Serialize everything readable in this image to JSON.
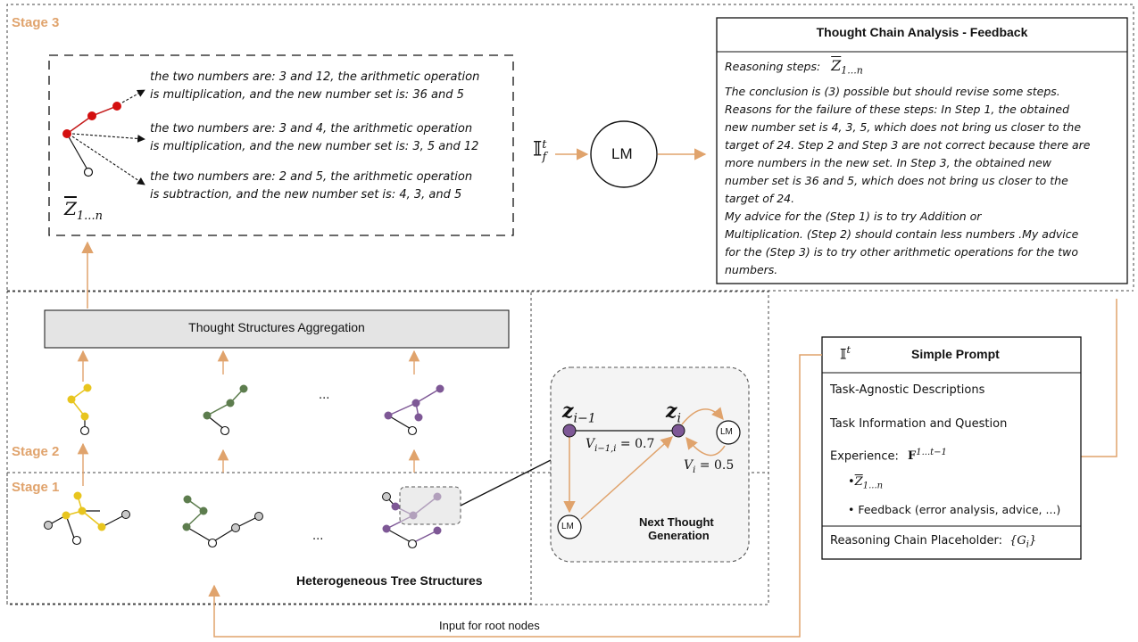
{
  "stages": {
    "stage3": "Stage 3",
    "stage2": "Stage 2",
    "stage1": "Stage 1"
  },
  "stage3_branches": [
    {
      "line1": "the two numbers are: 3 and 12, the arithmetic operation",
      "line2": "is multiplication, and the new number set is: 36 and 5"
    },
    {
      "line1": "the two numbers are: 3 and 4, the arithmetic operation",
      "line2": "is multiplication, and the new number set is: 3, 5 and 12"
    },
    {
      "line1": "the two numbers are: 2 and 5, the arithmetic operation",
      "line2": "is subtraction, and the new number set is: 4, 3, and 5"
    }
  ],
  "z_bar_label": "Z",
  "z_bar_subscript": "1...n",
  "input_symbol": "𝕀",
  "input_sup": "t",
  "input_sub": "f",
  "lm_label": "LM",
  "feedback": {
    "title": "Thought Chain Analysis - Feedback",
    "reasoning_steps_label": "Reasoning steps:",
    "lines": [
      "The conclusion is (3) possible but should revise some steps.",
      "Reasons for the failure of these steps: In Step 1,  the obtained",
      "new number set is 4, 3, 5, which does not bring us closer to the",
      "target of 24. Step 2 and Step 3 are not correct because there are",
      "more numbers in the new set. In Step 3, the obtained new",
      "number set is 36 and 5, which does not bring us closer to the",
      "target of 24.",
      " My advice for the (Step 1)  is to try Addition or",
      "Multiplication. (Step 2) should contain less numbers .My advice",
      "for the  (Step 3)  is to try other arithmetic operations for the two",
      "numbers."
    ]
  },
  "aggregation_label": "Thought Structures Aggregation",
  "ellipsis": "...",
  "heterogeneous_label": "Heterogeneous Tree Structures",
  "next_thought": {
    "line1": "Next Thought",
    "line2": "Generation",
    "z_prev": "z",
    "z_prev_sub": "i−1",
    "z_cur": "z",
    "z_cur_sub": "i",
    "v_prev_label": "V",
    "v_prev_sub": "i−1,i",
    "v_prev_value": " = 0.7",
    "v_cur_label": "V",
    "v_cur_sub": "i",
    "v_cur_value": " = 0.5"
  },
  "simple_prompt": {
    "symbol": "𝕀",
    "sup": "t",
    "title": "Simple Prompt",
    "task_agnostic": "Task-Agnostic Descriptions",
    "task_info": "Task Information and Question",
    "experience_label": "Experience:",
    "experience_symbol": "F",
    "experience_sup": "1...t−1",
    "bullet_z": "Z",
    "bullet_z_sub": "1...n",
    "bullet_feedback": "Feedback (error analysis, advice, ...)",
    "placeholder_label": "Reasoning Chain Placeholder:",
    "placeholder_symbol": "{G",
    "placeholder_sub": "i",
    "placeholder_close": "}"
  },
  "input_root_label": "Input for root nodes",
  "colors": {
    "arrow": "#e0a36c",
    "stage_label": "#e0a36c",
    "red_node": "#d40f0f",
    "yellow_node": "#e8c51e",
    "green_node": "#5d7d4e",
    "purple_node": "#7e5896",
    "gray_node": "#c9c9c9",
    "aggregation_fill": "#e4e4e4"
  }
}
